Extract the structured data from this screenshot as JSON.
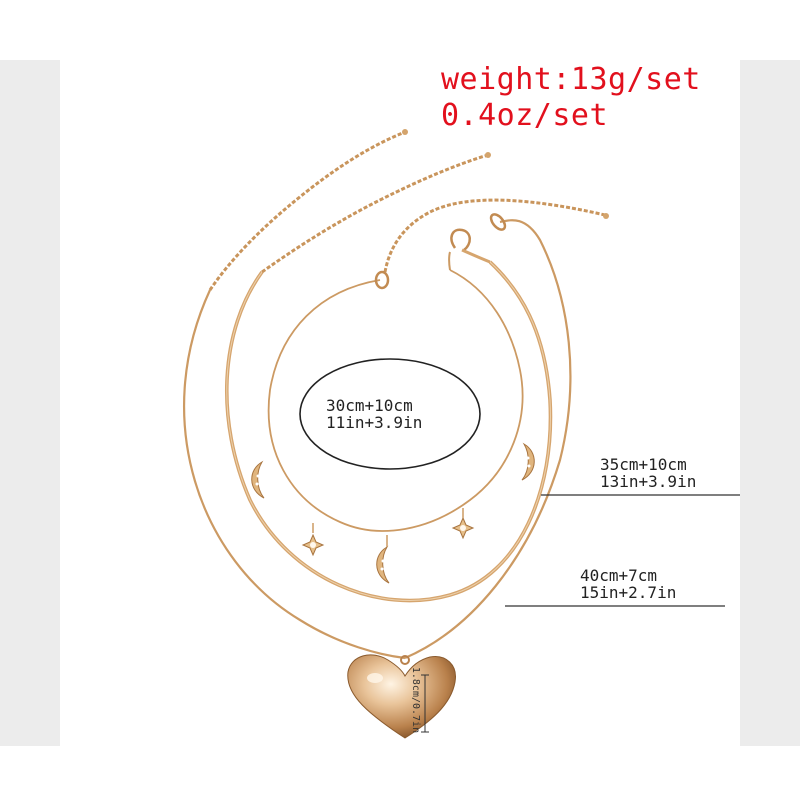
{
  "weight": {
    "line1": "weight:13g/set",
    "line2": "0.4oz/set",
    "color": "#e2101d"
  },
  "necklaces": [
    {
      "length_cm": "30cm+10cm",
      "length_in": "11in+3.9in"
    },
    {
      "length_cm": "35cm+10cm",
      "length_in": "13in+3.9in"
    },
    {
      "length_cm": "40cm+7cm",
      "length_in": "15in+2.7in"
    }
  ],
  "pendant": {
    "size": "1.8cm/0.7in"
  },
  "colors": {
    "gold": "#d2a06a",
    "gold_light": "#f1d8b6",
    "gold_dark": "#a36e3a",
    "sidebar": "#ececec"
  }
}
